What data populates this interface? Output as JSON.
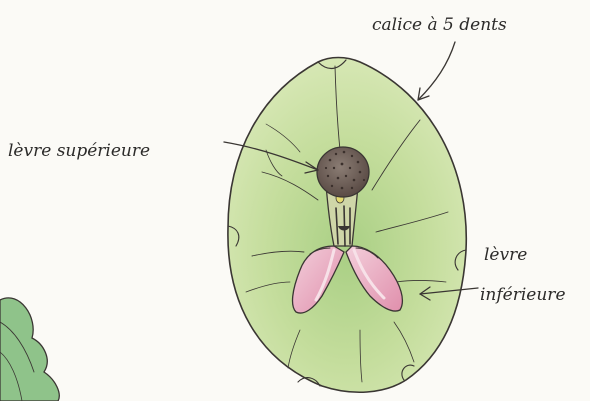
{
  "labels": {
    "calyx": "calice à 5 dents",
    "upper_lip": "lèvre supérieure",
    "lower_lip_line1": "lèvre",
    "lower_lip_line2": "inférieure"
  },
  "colors": {
    "calyx_fill": "#cfe2a6",
    "calyx_center": "#a9cf84",
    "leaf_fill": "#8fc38a",
    "petal_pink": "#e7a7bd",
    "petal_light": "#f6dbe3",
    "upper_lip_dark": "#6e5e57",
    "stamen_yellow": "#e6dc72",
    "ink": "#3a3633"
  }
}
